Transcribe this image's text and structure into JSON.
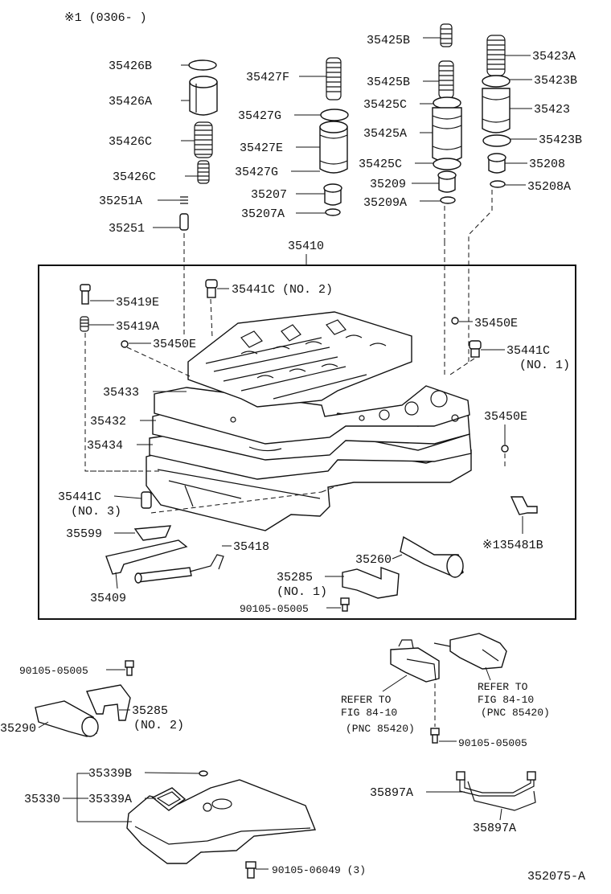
{
  "header_note": "※1 (0306-       )",
  "figure_id": "352075-A",
  "group_label": "35410",
  "callouts": {
    "c35426B": "35426B",
    "c35426A": "35426A",
    "c35426C_1": "35426C",
    "c35426C_2": "35426C",
    "c35251A": "35251A",
    "c35251": "35251",
    "c35427F": "35427F",
    "c35427G_1": "35427G",
    "c35427E": "35427E",
    "c35427G_2": "35427G",
    "c35207": "35207",
    "c35207A": "35207A",
    "c35425B_1": "35425B",
    "c35425B_2": "35425B",
    "c35425C_1": "35425C",
    "c35425A": "35425A",
    "c35425C_2": "35425C",
    "c35209": "35209",
    "c35209A": "35209A",
    "c35423A": "35423A",
    "c35423B_1": "35423B",
    "c35423": "35423",
    "c35423B_2": "35423B",
    "c35208": "35208",
    "c35208A": "35208A",
    "c35419E": "35419E",
    "c35419A": "35419A",
    "c35441C_no2": "35441C (NO. 2)",
    "c35450E_1": "35450E",
    "c35450E_2": "35450E",
    "c35450E_3": "35450E",
    "c35441C_no1": "35441C",
    "c35441C_no1_sub": "(NO. 1)",
    "c35433": "35433",
    "c35432": "35432",
    "c35434": "35434",
    "c35441C_no3": "35441C",
    "c35441C_no3_sub": "(NO. 3)",
    "c35599": "35599",
    "c35418": "35418",
    "c35409": "35409",
    "c35481B": "※135481B",
    "c35260": "35260",
    "c35285_no1": "35285",
    "c35285_no1_sub": "(NO. 1)",
    "c90105_05005_a": "90105-05005",
    "c90105_05005_b": "90105-05005",
    "c35290": "35290",
    "c35285_no2": "35285",
    "c35285_no2_sub": "(NO. 2)",
    "refer1_l1": "REFER TO",
    "refer1_l2": "FIG 84-10",
    "refer1_l3": "(PNC 85420)",
    "refer2_l1": "REFER TO",
    "refer2_l2": "FIG 84-10",
    "refer2_l3": "(PNC 85420)",
    "c90105_05005_c": "90105-05005",
    "c35339B": "35339B",
    "c35330": "35330",
    "c35339A": "35339A",
    "c35897A_1": "35897A",
    "c35897A_2": "35897A",
    "c90105_06049": "90105-06049 (3)"
  }
}
